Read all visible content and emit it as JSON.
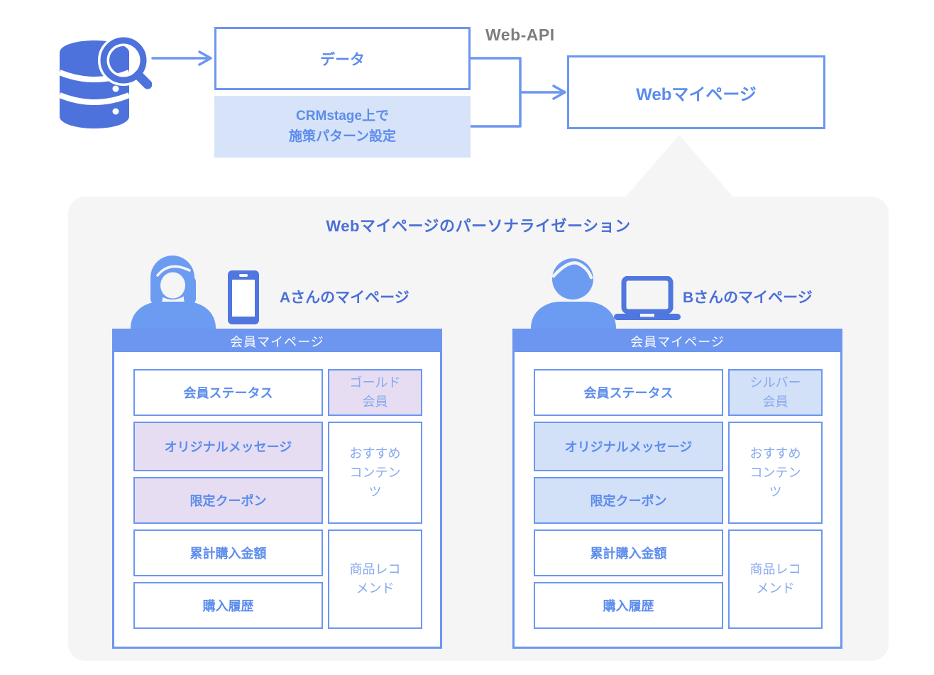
{
  "flow": {
    "database_icon": "database-search-icon",
    "data_box_label": "データ",
    "crm_box_label": "CRMstage上で\n施策パターン設定",
    "web_api_label": "Web-API",
    "web_mypage_label": "Webマイページ"
  },
  "personalization": {
    "title": "Webマイページのパーソナライゼーション",
    "users": [
      {
        "page_label": "Aさんのマイページ",
        "person_icon": "woman-user-icon",
        "device_icon": "smartphone-icon",
        "panel": {
          "header": "会員マイページ",
          "member_status_label": "会員ステータス",
          "member_rank_value": "ゴールド\n会員",
          "original_message_label": "オリジナルメッセージ",
          "limited_coupon_label": "限定クーポン",
          "recommended_content_label": "おすすめ\nコンテン\nツ",
          "total_purchase_label": "累計購入金額",
          "purchase_history_label": "購入履歴",
          "product_recommend_label": "商品レコ\nメンド",
          "highlight_color": "#E6DDF2"
        }
      },
      {
        "page_label": "Bさんのマイページ",
        "person_icon": "man-user-icon",
        "device_icon": "laptop-icon",
        "panel": {
          "header": "会員マイページ",
          "member_status_label": "会員ステータス",
          "member_rank_value": "シルバー\n会員",
          "original_message_label": "オリジナルメッセージ",
          "limited_coupon_label": "限定クーポン",
          "recommended_content_label": "おすすめ\nコンテン\nツ",
          "total_purchase_label": "累計購入金額",
          "purchase_history_label": "購入履歴",
          "product_recommend_label": "商品レコ\nメンド",
          "highlight_color": "#D2E0F8"
        }
      }
    ]
  },
  "colors": {
    "accent_border": "#6C96F0",
    "accent_text": "#5C8CEC",
    "dark_label_text": "#4A6FD6",
    "light_item_text": "#87A9EF",
    "database_icon_blue": "#4D72DB",
    "person_icon_blue": "#6C9BF2",
    "crm_box_fill": "#D7E3F8",
    "gold_highlight": "#E6DDF2",
    "silver_highlight": "#D2E0F8",
    "web_api_gray": "#7D7D7D",
    "panel_background": "#F5F5F6"
  }
}
